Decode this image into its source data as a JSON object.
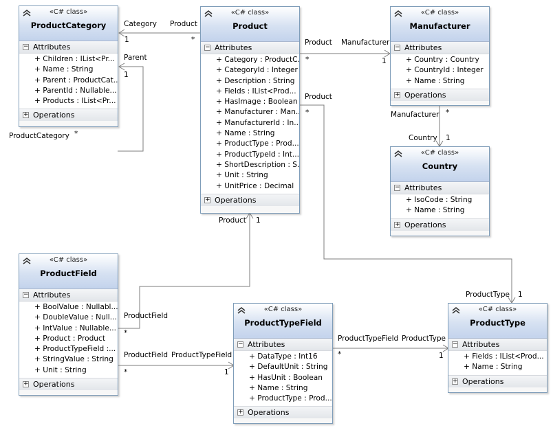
{
  "stereotype": "«C# class»",
  "attributes_label": "Attributes",
  "operations_label": "Operations",
  "classes": {
    "product_category": {
      "name": "ProductCategory",
      "attributes": [
        "+ Children : IList<Pr...",
        "+ Name : String",
        "+ Parent : ProductCat...",
        "+ ParentId : Nullable...",
        "+ Products : IList<Pr..."
      ]
    },
    "product": {
      "name": "Product",
      "attributes": [
        "+ Category : ProductC...",
        "+ CategoryId : Integer",
        "+ Description : String",
        "+ Fields : IList<Prod...",
        "+ HasImage : Boolean",
        "+ Manufacturer : Man...",
        "+ ManufacturerId : In...",
        "+ Name : String",
        "+ ProductType : Prod...",
        "+ ProductTypeId : Int...",
        "+ ShortDescription : S...",
        "+ Unit : String",
        "+ UnitPrice : Decimal"
      ]
    },
    "manufacturer": {
      "name": "Manufacturer",
      "attributes": [
        "+ Country : Country",
        "+ CountryId : Integer",
        "+ Name : String"
      ]
    },
    "country": {
      "name": "Country",
      "attributes": [
        "+ IsoCode : String",
        "+ Name : String"
      ]
    },
    "product_field": {
      "name": "ProductField",
      "attributes": [
        "+ BoolValue : Nullabl...",
        "+ DoubleValue : Null...",
        "+ IntValue : Nullable...",
        "+ Product : Product",
        "+ ProductTypeField :...",
        "+ StringValue : String",
        "+ Unit : String"
      ]
    },
    "product_type_field": {
      "name": "ProductTypeField",
      "attributes": [
        "+ DataType : Int16",
        "+ DefaultUnit : String",
        "+ HasUnit : Boolean",
        "+ Name : String",
        "+ ProductType : Prod..."
      ]
    },
    "product_type": {
      "name": "ProductType",
      "attributes": [
        "+ Fields : IList<Prod...",
        "+ Name : String"
      ]
    }
  },
  "associations": {
    "product_category_product": {
      "role_a": "Category",
      "mult_a": "1",
      "role_b": "Product",
      "mult_b": "*"
    },
    "category_parent": {
      "role_a": "Parent",
      "mult_a": "1",
      "role_b": "ProductCategory",
      "mult_b": "*"
    },
    "product_manufacturer": {
      "role_a": "Product",
      "mult_a": "*",
      "role_b": "Manufacturer",
      "mult_b": "1"
    },
    "manufacturer_country": {
      "role_a": "Manufacturer",
      "mult_a": "*",
      "role_b": "Country",
      "mult_b": "1"
    },
    "product_producttype": {
      "role_a": "Product",
      "mult_a": "*",
      "role_b": "ProductType",
      "mult_b": "1"
    },
    "productfield_product": {
      "role_a": "Product",
      "mult_a": "1",
      "role_b": "ProductField",
      "mult_b": "*"
    },
    "productfield_ptf": {
      "role_a": "ProductField",
      "mult_a": "*",
      "role_b": "ProductTypeField",
      "mult_b": "1"
    },
    "ptf_producttype": {
      "role_a": "ProductTypeField",
      "mult_a": "*",
      "role_b": "ProductType",
      "mult_b": "1"
    }
  }
}
